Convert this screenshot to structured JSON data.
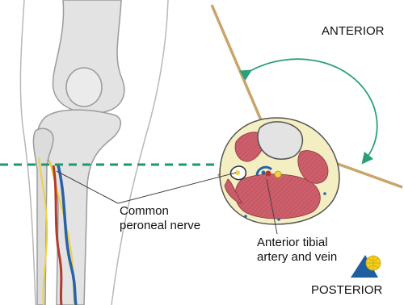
{
  "labels": {
    "anterior": "ANTERIOR",
    "posterior": "POSTERIOR",
    "nerve_line1": "Common",
    "nerve_line2": "peroneal nerve",
    "artery_line1": "Anterior tibial",
    "artery_line2": "artery and vein"
  },
  "colors": {
    "bone": "#e3e3e3",
    "bone_outline": "#9b9b9b",
    "muscle": "#cc5f6b",
    "fat": "#f4eec3",
    "nerve": "#f1d23d",
    "artery": "#b03a2e",
    "vein": "#2a62a6",
    "needle": "#c9a56a",
    "dashed_line": "#1e9a6a",
    "arc_arrow": "#2aa07a",
    "logo_blue": "#1f5fa0",
    "logo_yellow": "#f2cf1e"
  },
  "icons": {
    "logo": "ao-foundation-logo-icon",
    "arc": "rotation-arc-arrow-icon"
  }
}
